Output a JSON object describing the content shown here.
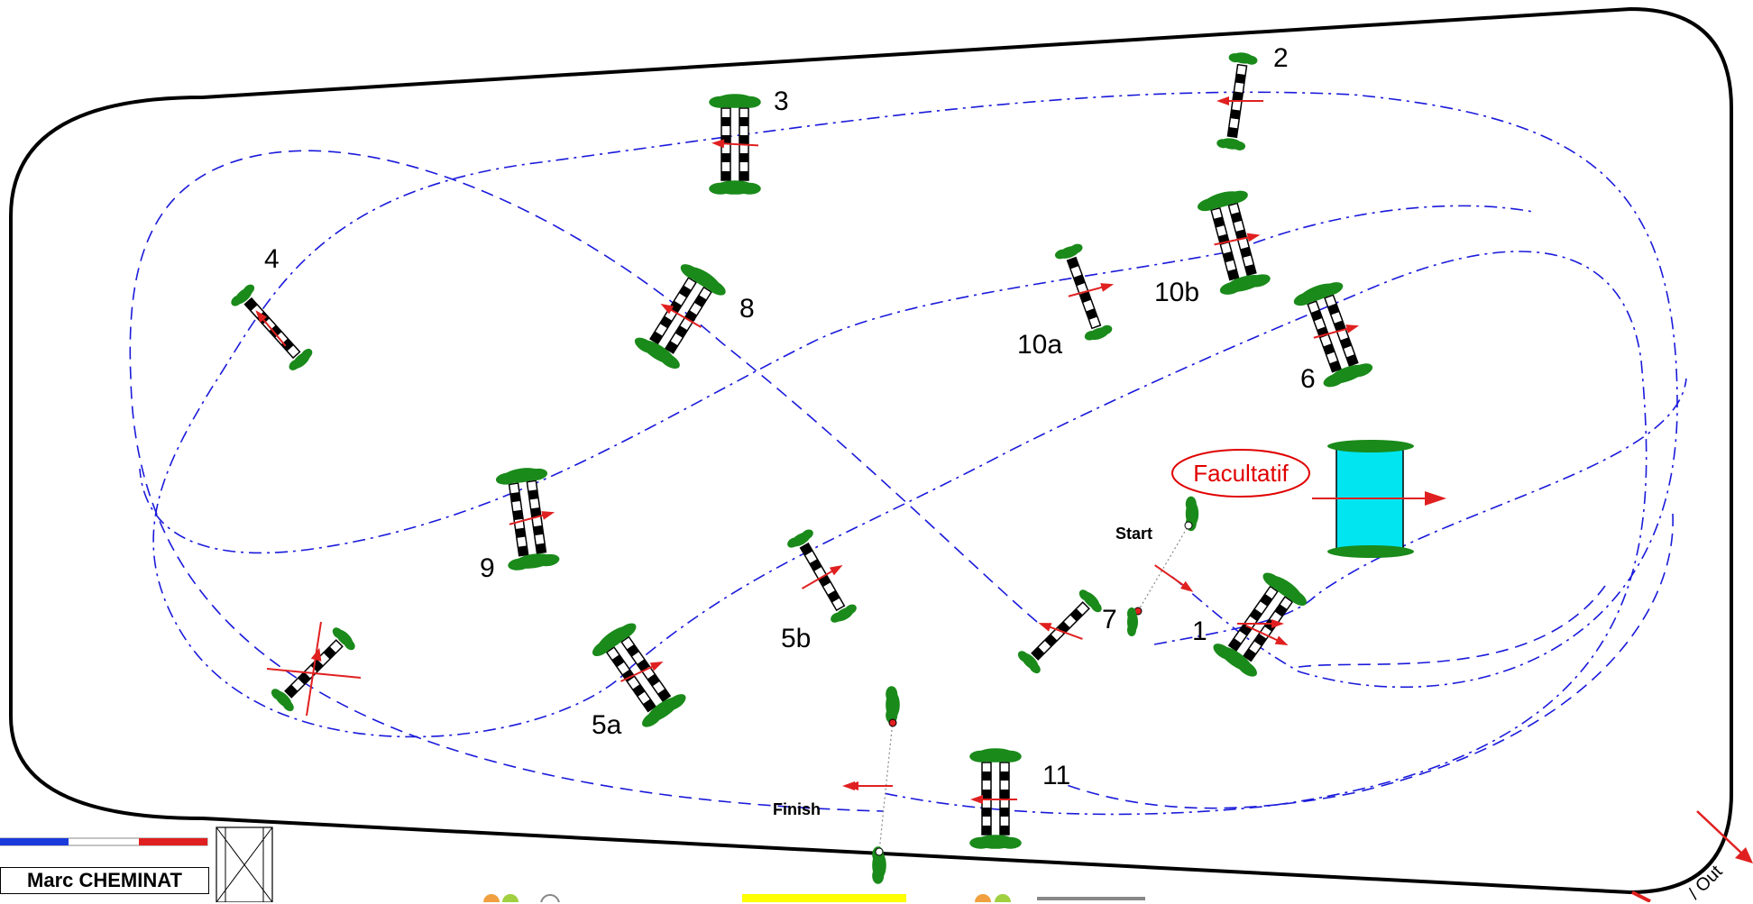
{
  "course": {
    "jumps": [
      {
        "label": "1"
      },
      {
        "label": "2"
      },
      {
        "label": "3"
      },
      {
        "label": "4"
      },
      {
        "label": "5a"
      },
      {
        "label": "5b"
      },
      {
        "label": "6"
      },
      {
        "label": "7"
      },
      {
        "label": "8"
      },
      {
        "label": "9"
      },
      {
        "label": "10a"
      },
      {
        "label": "10b"
      },
      {
        "label": "11"
      }
    ],
    "start_label": "Start",
    "finish_label": "Finish",
    "optional_label": "Facultatif",
    "designer": "Marc CHEMINAT",
    "exit_label": "/ Out"
  },
  "colors": {
    "route": "#1a1adb",
    "arrow": "#e02020",
    "foliage": "#1a8a1a",
    "water": "#00e5f0",
    "highlight": "#ffff00",
    "flag_blue": "#1a3adb",
    "flag_red": "#e02020"
  }
}
